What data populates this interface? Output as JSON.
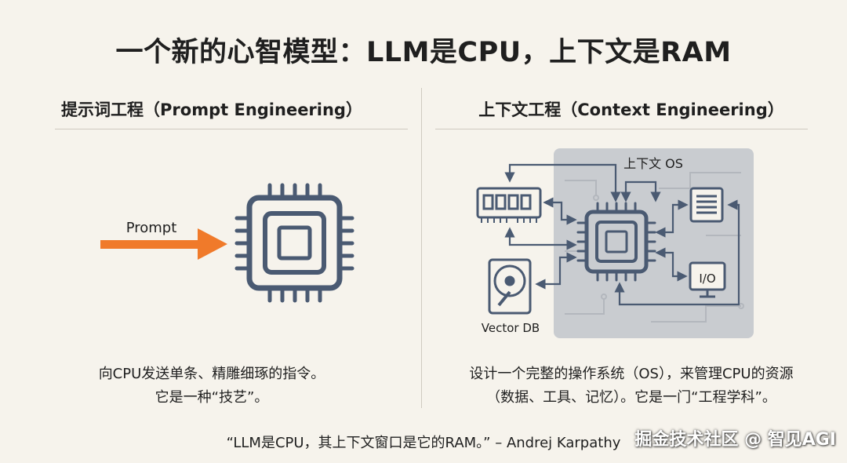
{
  "title": "一个新的心智模型：LLM是CPU，上下文是RAM",
  "left": {
    "heading": "提示词工程（Prompt Engineering）",
    "arrow_label": "Prompt",
    "description_lines": [
      "向CPU发送单条、精雕细琢的指令。",
      "它是一种“技艺”。"
    ]
  },
  "right": {
    "heading": "上下文工程（Context Engineering）",
    "os_label": "上下文 OS",
    "io_label": "I/O",
    "vector_db_label": "Vector DB",
    "description_lines": [
      "设计一个完整的操作系统（OS），来管理CPU的资源",
      "（数据、工具、记忆）。它是一门“工程学科”。"
    ]
  },
  "quote": "“LLM是CPU，其上下文窗口是它的RAM。” – Andrej Karpathy",
  "watermark": "掘金技术社区 @ 智见AGI",
  "colors": {
    "background": "#f6f3ec",
    "chip": "#4a5a72",
    "arrow": "#f07a2a",
    "os_panel": "#c9ccd0"
  },
  "icons": [
    "cpu-chip-icon",
    "arrow-right-icon",
    "ram-stick-icon",
    "hard-drive-icon",
    "document-list-icon",
    "monitor-icon"
  ]
}
